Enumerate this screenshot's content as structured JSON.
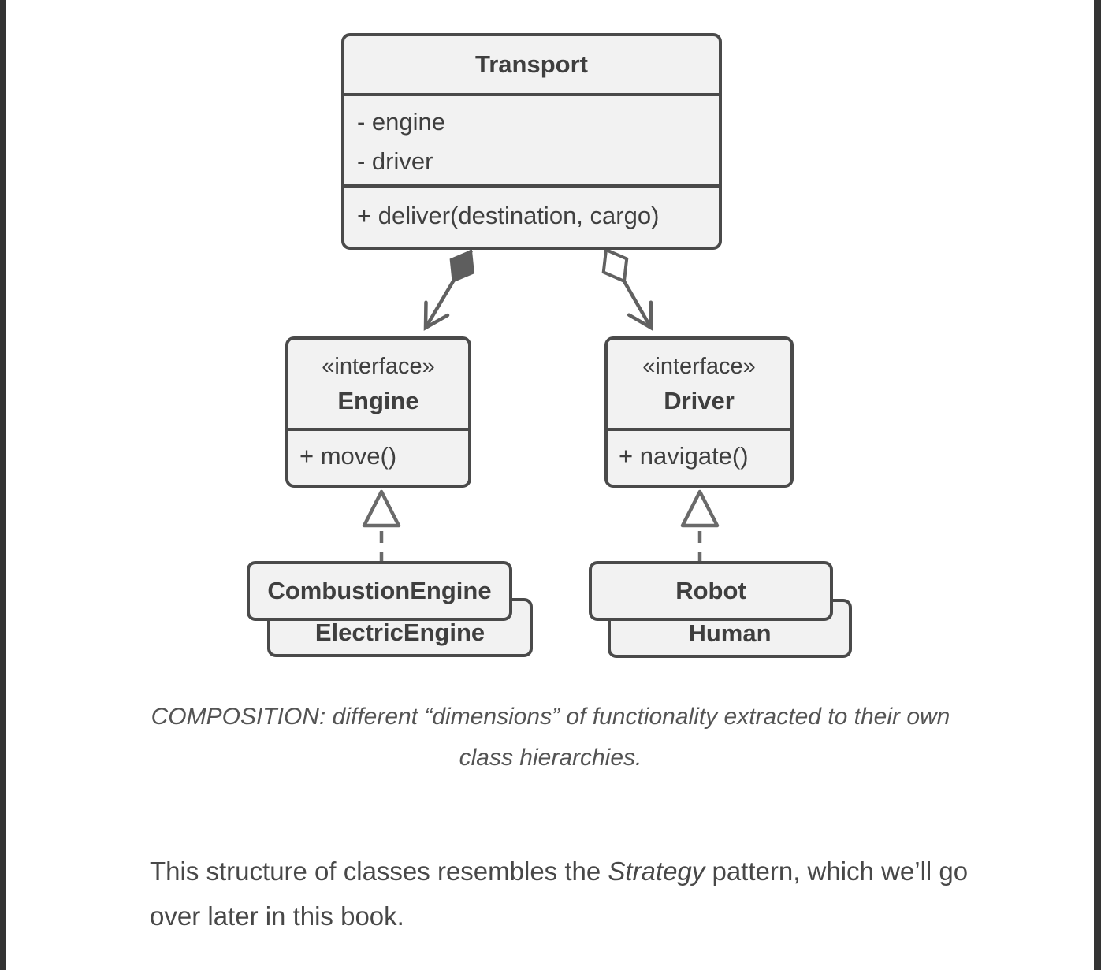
{
  "page": {
    "background_color": "#ffffff",
    "edge_bar_color": "#333333",
    "box_fill_color": "#f2f2f2",
    "box_border_color": "#4a4a4a",
    "connector_color": "#616161"
  },
  "diagram": {
    "classes": {
      "transport": {
        "name": "Transport",
        "attributes": [
          "- engine",
          "- driver"
        ],
        "methods": [
          "+ deliver(destination, cargo)"
        ]
      },
      "engine": {
        "stereotype": "«interface»",
        "name": "Engine",
        "methods": [
          "+ move()"
        ]
      },
      "driver": {
        "stereotype": "«interface»",
        "name": "Driver",
        "methods": [
          "+ navigate()"
        ]
      },
      "combustion_engine": {
        "name": "CombustionEngine"
      },
      "electric_engine": {
        "name": "ElectricEngine"
      },
      "robot": {
        "name": "Robot"
      },
      "human": {
        "name": "Human"
      }
    },
    "relations": [
      {
        "from": "Transport",
        "to": "Engine",
        "type": "composition (filled diamond, open arrow)"
      },
      {
        "from": "Transport",
        "to": "Driver",
        "type": "aggregation (hollow diamond, open arrow)"
      },
      {
        "from": "CombustionEngine",
        "to": "Engine",
        "type": "realization (dashed, hollow triangle)"
      },
      {
        "from": "Robot",
        "to": "Driver",
        "type": "realization (dashed, hollow triangle)"
      }
    ]
  },
  "caption": "COMPOSITION: different “dimensions” of functionality extracted to their own class hierarchies.",
  "paragraph": {
    "pre": "This structure of classes resembles the ",
    "em": "Strategy",
    "post": " pattern, which we’ll go over later in this book."
  }
}
